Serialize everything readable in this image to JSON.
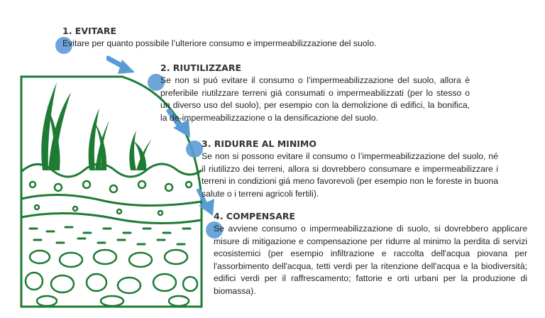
{
  "steps": [
    {
      "title": "1.   EVITARE",
      "text": "Evitare per quanto possibile l’ulteriore consumo e impermeabilizzazione del suolo."
    },
    {
      "title": "2.  RIUTILIZZARE",
      "text": "Se non si puó evitare il consumo o l’impermeabilizzazione del suolo, allora è preferibile riutilzzare terreni giá consumati o impermeabilizzati (per lo stesso o un diverso uso del suolo), per esempio con la demolizione di edifici, la bonifica, la de-impermeabilizzazione o la densificazione del suolo."
    },
    {
      "title": "3. RIDURRE AL MINIMO",
      "text": "Se non si possono evitare il consumo o l’impermeabilizzazione del suolo, né il riutilizzo dei terreni, allora si dovrebbero consumare e impermeabilizzare i terreni in condizioni giá meno favorevoli (per esempio non le foreste in buona salute o i terreni agricoli fertili)."
    },
    {
      "title": "4. COMPENSARE",
      "text": "Se avviene consumo o impermeabilizzazione di suolo, si dovrebbero applicare misure di mitigazione e compensazione per ridurre al minimo la perdita di servizi ecosistemici (per esempio infiltrazione e raccolta dell'acqua piovana per l'assorbimento dell'acqua, tetti verdi per la ritenzione dell'acqua e la biodiversità; edifici verdi per il raffrescamento; fattorie e orti urbani per la produzione di biomassa)."
    }
  ],
  "colors": {
    "soil_green": "#1e7b34",
    "marker_blue": "#5b9bd5"
  },
  "icons": [
    "soil-profile-icon",
    "arrow-down-right-icon"
  ]
}
